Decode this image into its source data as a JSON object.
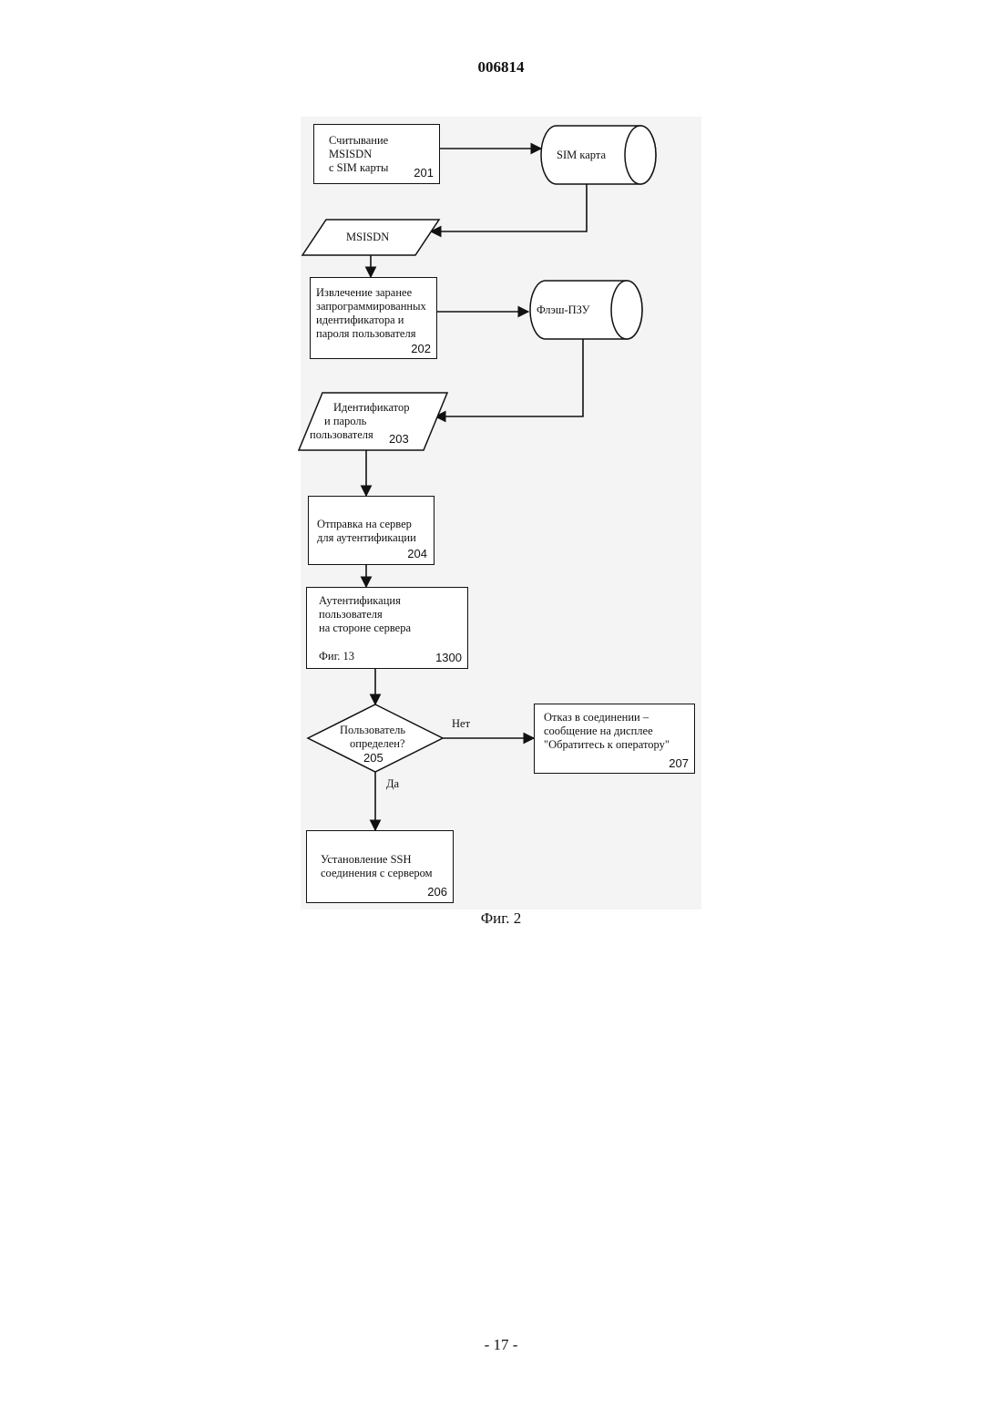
{
  "header": {
    "doc_number": "006814"
  },
  "footer": {
    "page": "- 17 -"
  },
  "figure": {
    "caption": "Фиг. 2"
  },
  "flowchart": {
    "step_201": {
      "lines": [
        "Считывание",
        "MSISDN",
        "с SIM карты"
      ],
      "number": "201"
    },
    "sim_card": {
      "label": "SIM карта"
    },
    "msisdn": {
      "label": "MSISDN"
    },
    "step_202": {
      "lines": [
        "Извлечение заранее",
        "запрограммированных",
        "идентификатора и",
        "пароля пользователя"
      ],
      "number": "202"
    },
    "flash_rom": {
      "label": "Флэш-ПЗУ"
    },
    "io_203": {
      "lines": [
        "Идентификатор",
        "и пароль",
        "пользователя"
      ],
      "number": "203"
    },
    "step_204": {
      "lines": [
        "Отправка на сервер",
        "для аутентификации"
      ],
      "number": "204"
    },
    "step_1300": {
      "lines": [
        "Аутентификация",
        "пользователя",
        "на стороне сервера"
      ],
      "ref": "Фиг. 13",
      "number": "1300"
    },
    "decision_205": {
      "lines": [
        "Пользователь",
        "определен?"
      ],
      "number": "205"
    },
    "branch_no": "Нет",
    "branch_yes": "Да",
    "step_207": {
      "lines": [
        "Отказ в соединении –",
        "сообщение на дисплее",
        "\"Обратитесь к оператору\""
      ],
      "number": "207"
    },
    "step_206": {
      "lines": [
        "Установление SSH",
        "соединения с сервером"
      ],
      "number": "206"
    }
  }
}
